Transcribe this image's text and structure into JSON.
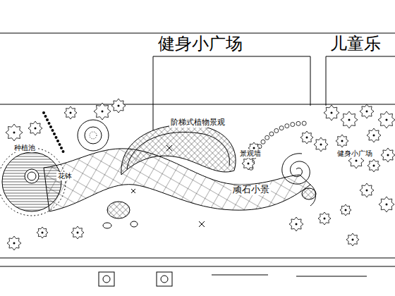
{
  "diagram": {
    "labels": [
      "健身小广场",
      "儿童乐",
      "阶梯式植物景观",
      "种植池",
      "花钵",
      "景观墙",
      "健身小广场",
      "顽石小景"
    ]
  }
}
